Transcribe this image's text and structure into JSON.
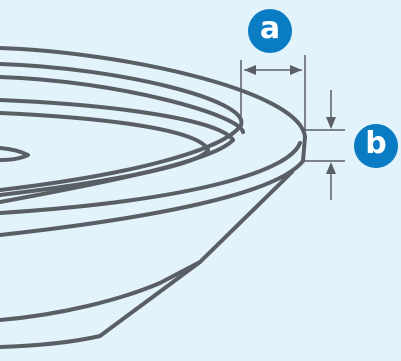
{
  "diagram": {
    "callouts": [
      {
        "id": "a",
        "label": "a",
        "color": "#0a7cc4"
      },
      {
        "id": "b",
        "label": "b",
        "color": "#0a7cc4"
      }
    ],
    "colors": {
      "background": "#e3f3fb",
      "outline": "#5a5f66"
    }
  }
}
